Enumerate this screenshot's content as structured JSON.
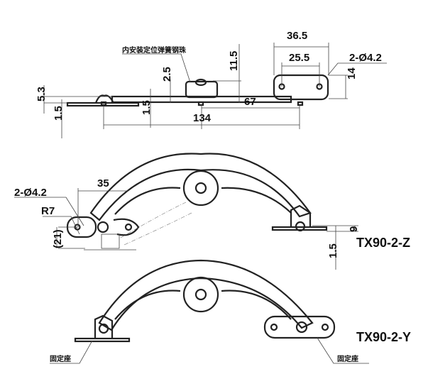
{
  "top_view": {
    "callout": "内安装定位弹簧钢珠",
    "dims": {
      "d36_5": "36.5",
      "d25_5": "25.5",
      "holes": "2-Ø4.2",
      "d14": "14",
      "d11_5": "11.5",
      "d2_5": "2.5",
      "d5_3": "5.3",
      "d1_5a": "1.5",
      "d1_5b": "1.5",
      "d67": "67",
      "d134": "134"
    }
  },
  "view_z": {
    "label": "TX90-2-Z",
    "dims": {
      "holes": "2-Ø4.2",
      "d35": "35",
      "r7": "R7",
      "d21": "(21)",
      "d9": "9",
      "d1_5": "1.5"
    }
  },
  "view_y": {
    "label": "TX90-2-Y",
    "callout_left": "固定座",
    "callout_right": "固定座"
  }
}
